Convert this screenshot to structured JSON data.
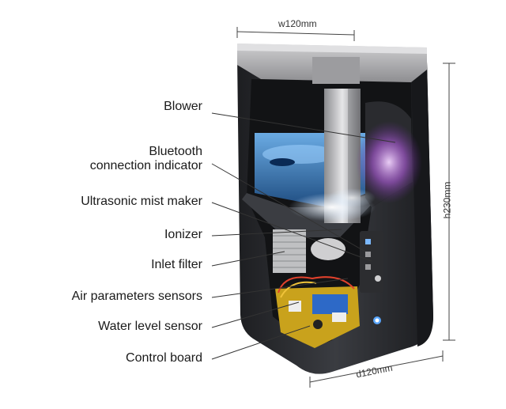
{
  "diagram": {
    "labels": {
      "blower": "Blower",
      "bluetooth_line1": "Bluetooth",
      "bluetooth_line2": "connection indicator",
      "mist_maker": "Ultrasonic mist maker",
      "ionizer": "Ionizer",
      "inlet_filter": "Inlet filter",
      "air_sensors": "Air parameters sensors",
      "water_sensor": "Water level sensor",
      "control_board": "Control board"
    },
    "dimensions": {
      "width": "w120mm",
      "height": "h230mm",
      "depth": "d120mm"
    },
    "colors": {
      "body_dark": "#2b2d31",
      "lid_gray": "#a8a8aa",
      "water_blue": "#3d86c9",
      "glow_purple": "#b25de0",
      "board_yellow": "#d9c33a",
      "line": "#333333"
    }
  }
}
